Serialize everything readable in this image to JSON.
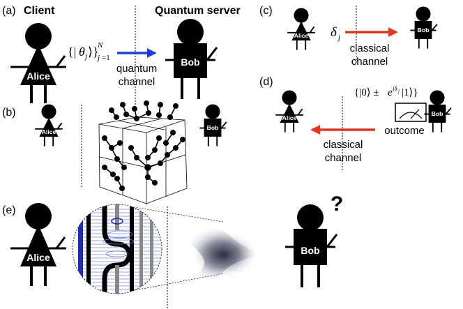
{
  "panels": {
    "a": {
      "label": "(a)",
      "client_title": "Client",
      "server_title": "Quantum server",
      "client_name": "Alice",
      "server_name": "Bob",
      "channel_line1": "quantum",
      "channel_line2": "channel"
    },
    "b": {
      "label": "(b)",
      "client_name": "Alice",
      "server_name": "Bob"
    },
    "c": {
      "label": "(c)",
      "client_name": "Alice",
      "server_name": "Bob",
      "channel_line1": "classical",
      "channel_line2": "channel"
    },
    "d": {
      "label": "(d)",
      "client_name": "Alice",
      "server_name": "Bob",
      "outcome": "outcome",
      "channel_line1": "classical",
      "channel_line2": "channel"
    },
    "e": {
      "label": "(e)",
      "client_name": "Alice",
      "server_name": "Bob",
      "question_mark": "?"
    }
  },
  "colors": {
    "quantum_arrow": "#1a3fe0",
    "classical_arrow": "#e8341c",
    "figure": "#000000"
  }
}
